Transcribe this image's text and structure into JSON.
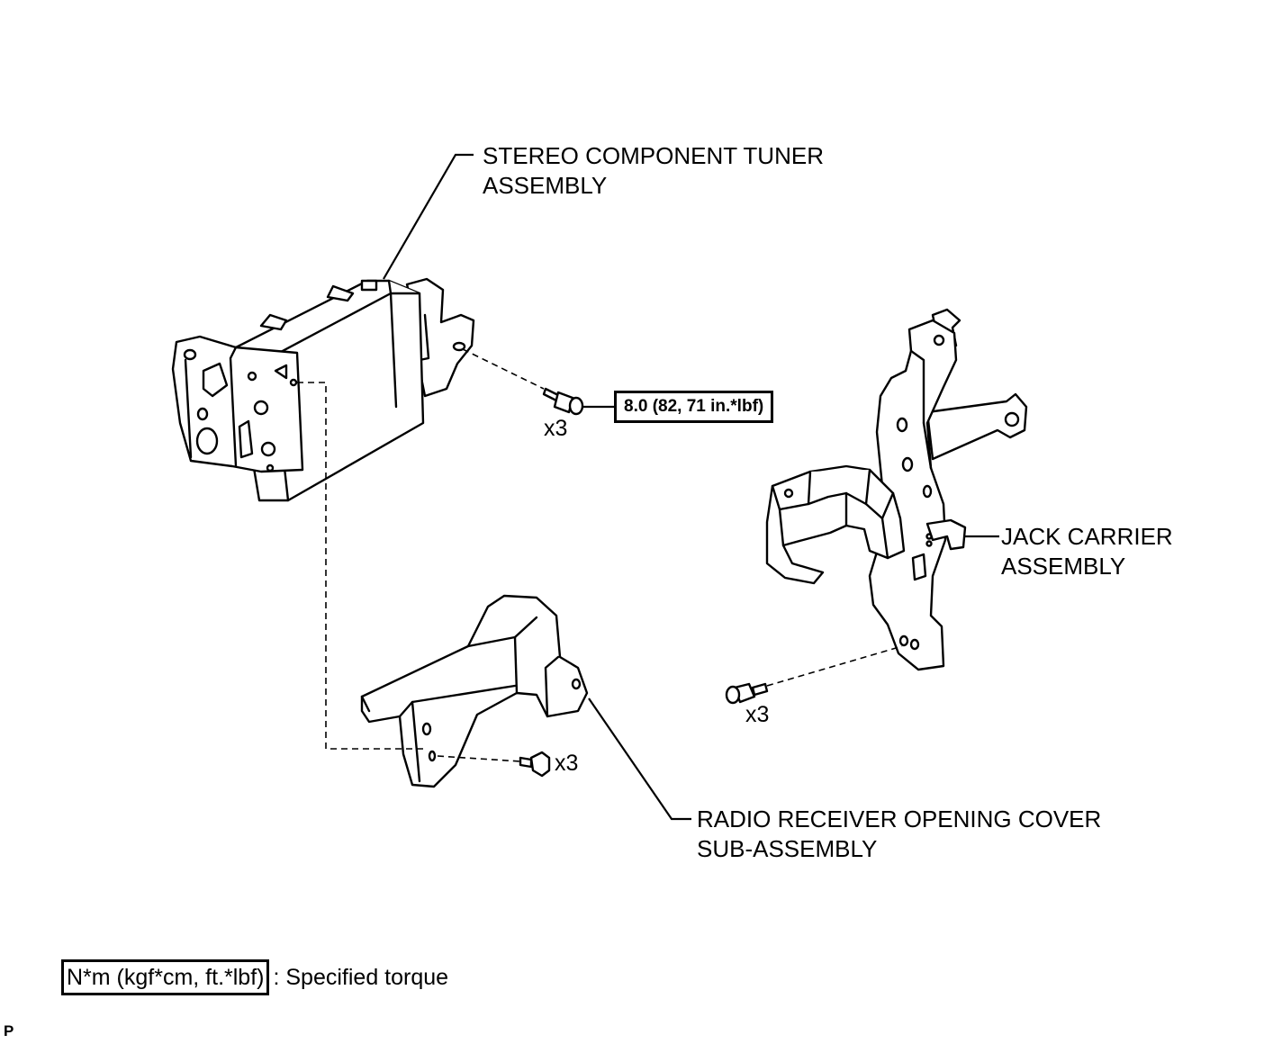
{
  "labels": {
    "tuner_line1": "STEREO COMPONENT TUNER",
    "tuner_line2": "ASSEMBLY",
    "jack_line1": "JACK CARRIER",
    "jack_line2": "ASSEMBLY",
    "cover_line1": "RADIO RECEIVER OPENING COVER",
    "cover_line2": "SUB-ASSEMBLY"
  },
  "torque": {
    "value": "8.0 (82, 71 in.*lbf)"
  },
  "quantities": {
    "tuner_bolts": "x3",
    "clips": "x3",
    "jack_bolts": "x3"
  },
  "legend": {
    "unit": "N*m (kgf*cm, ft.*lbf)",
    "description": ": Specified torque"
  },
  "corner_mark": "P"
}
